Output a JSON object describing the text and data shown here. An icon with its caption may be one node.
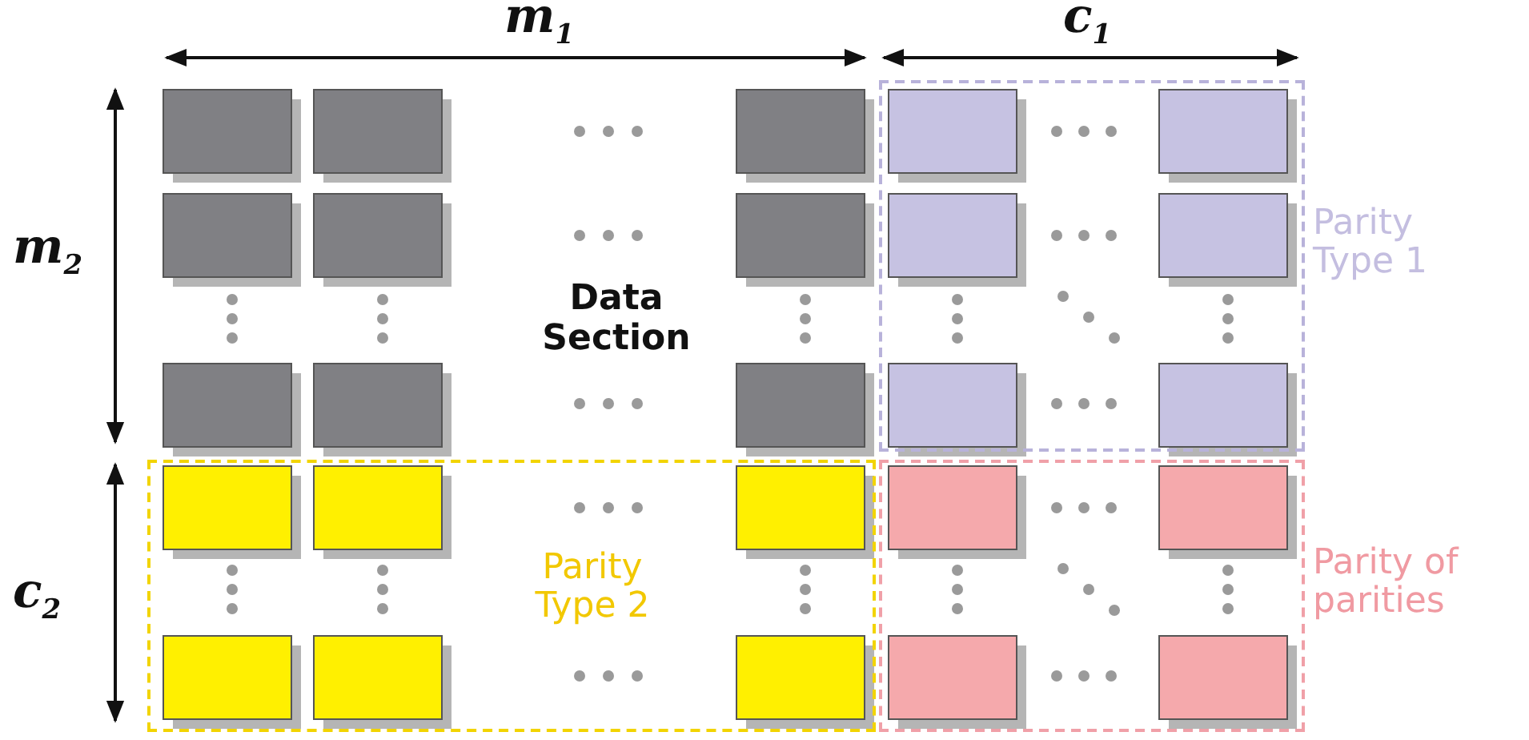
{
  "diagram": {
    "nodes": [
      {
        "text": [
          "Parity Type 1"
        ]
      },
      {
        "text": [
          "Parity Type 2"
        ]
      },
      {
        "text": [
          "Parity of parities"
        ]
      }
    ],
    "labels": [
      "m$_{1}$",
      "c$_{1}$",
      "m$_{2}$",
      "Data Section",
      "c$_{2}$"
    ]
  }
}
